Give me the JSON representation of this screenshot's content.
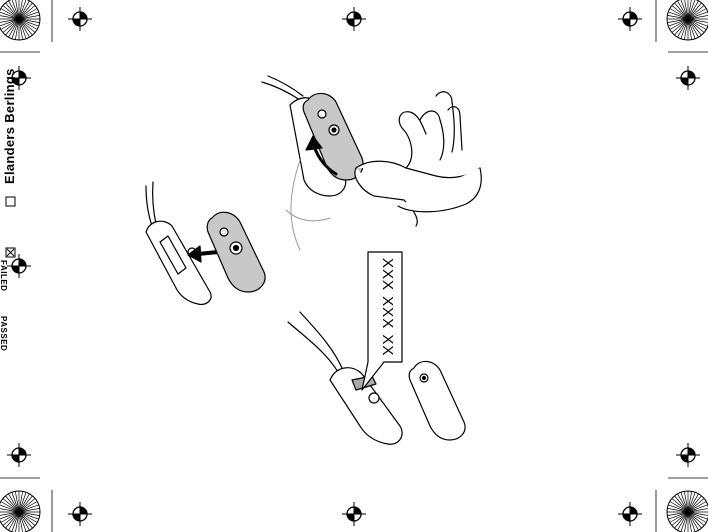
{
  "printer_marks": {
    "brand": "Elanders Berlings",
    "status_failed": "FAILED",
    "status_passed": "PASSED",
    "passed_check": "X"
  },
  "illustration": {
    "serial_placeholder": "XXX XXX XX"
  }
}
